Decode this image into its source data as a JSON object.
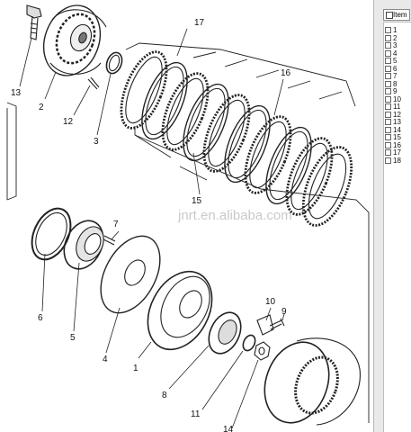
{
  "watermark": "jnrt.en.alibaba.com",
  "callouts": [
    "13",
    "2",
    "12",
    "3",
    "17",
    "16",
    "15",
    "7",
    "6",
    "5",
    "4",
    "1",
    "8",
    "11",
    "14",
    "10",
    "9"
  ],
  "panel": {
    "header": "Item",
    "items": [
      "1",
      "2",
      "3",
      "4",
      "5",
      "6",
      "7",
      "8",
      "9",
      "10",
      "11",
      "12",
      "13",
      "14",
      "15",
      "16",
      "17",
      "18"
    ]
  }
}
